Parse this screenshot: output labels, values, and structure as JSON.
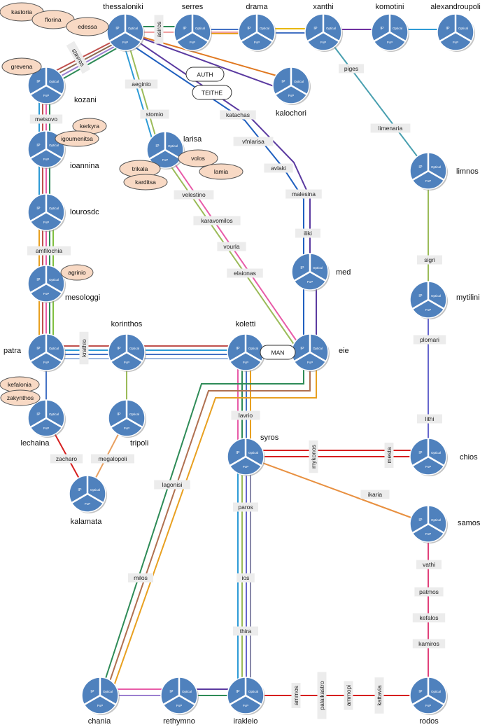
{
  "colors": {
    "router_fill": "#4f81bd",
    "router_stroke": "#ffffff",
    "router_shadow": "#8a8a8a",
    "bubble_fill": "#f8d9c4",
    "bubble_stroke": "#555555",
    "pill_fill": "#ffffff",
    "label_bg": "#ececec"
  },
  "router_sections": {
    "ip": "IP",
    "optical": "Optical",
    "pop": "PoP",
    "optical_short": "Optical"
  },
  "nodes": [
    {
      "id": "thessaloniki",
      "label": "thessaloniki"
    },
    {
      "id": "serres",
      "label": "serres"
    },
    {
      "id": "drama",
      "label": "drama"
    },
    {
      "id": "xanthi",
      "label": "xanthi"
    },
    {
      "id": "komotini",
      "label": "komotini"
    },
    {
      "id": "alexandroupoli",
      "label": "alexandroupoli"
    },
    {
      "id": "kozani",
      "label": "kozani"
    },
    {
      "id": "ioannina",
      "label": "ioannina"
    },
    {
      "id": "lourosdc",
      "label": "lourosdc"
    },
    {
      "id": "mesologgi",
      "label": "mesologgi"
    },
    {
      "id": "patra",
      "label": "patra"
    },
    {
      "id": "korinthos",
      "label": "korinthos"
    },
    {
      "id": "koletti",
      "label": "koletti"
    },
    {
      "id": "eie",
      "label": "eie"
    },
    {
      "id": "med",
      "label": "med"
    },
    {
      "id": "larisa",
      "label": "larisa"
    },
    {
      "id": "kalochori",
      "label": "kalochori"
    },
    {
      "id": "limnos",
      "label": "limnos"
    },
    {
      "id": "mytilini",
      "label": "mytilini"
    },
    {
      "id": "chios",
      "label": "chios"
    },
    {
      "id": "samos",
      "label": "samos"
    },
    {
      "id": "rodos",
      "label": "rodos"
    },
    {
      "id": "syros",
      "label": "syros"
    },
    {
      "id": "lechaina",
      "label": "lechaina"
    },
    {
      "id": "tripoli",
      "label": "tripoli"
    },
    {
      "id": "kalamata",
      "label": "kalamata"
    },
    {
      "id": "chania",
      "label": "chania"
    },
    {
      "id": "rethymno",
      "label": "rethymno"
    },
    {
      "id": "irakleio",
      "label": "irakleio"
    }
  ],
  "link_labels": [
    "asiros",
    "stavros",
    "aeginio",
    "stomio",
    "metsovo",
    "amfilochia",
    "krathio",
    "katachas",
    "vfnlarisa",
    "avlaki",
    "malesina",
    "iliki",
    "velestino",
    "karavomilos",
    "vourla",
    "elaionas",
    "piges",
    "limenaria",
    "sigri",
    "plomari",
    "lithi",
    "mesta",
    "mykonos",
    "ikaria",
    "vathi",
    "patmos",
    "kefalos",
    "kamiros",
    "lavrio",
    "paros",
    "ios",
    "thira",
    "lagonisi",
    "milos",
    "zacharo",
    "megalopoli",
    "ammos",
    "palaikastro",
    "ammopi",
    "kattavia"
  ],
  "bubbles": [
    "kastoria",
    "florina",
    "edessa",
    "grevena",
    "kerkyra",
    "igoumenitsa",
    "agrinio",
    "trikala",
    "karditsa",
    "volos",
    "lamia",
    "kefalonia",
    "zakynthos"
  ],
  "pills": [
    "AUTH",
    "TEITHE",
    "MAN"
  ]
}
